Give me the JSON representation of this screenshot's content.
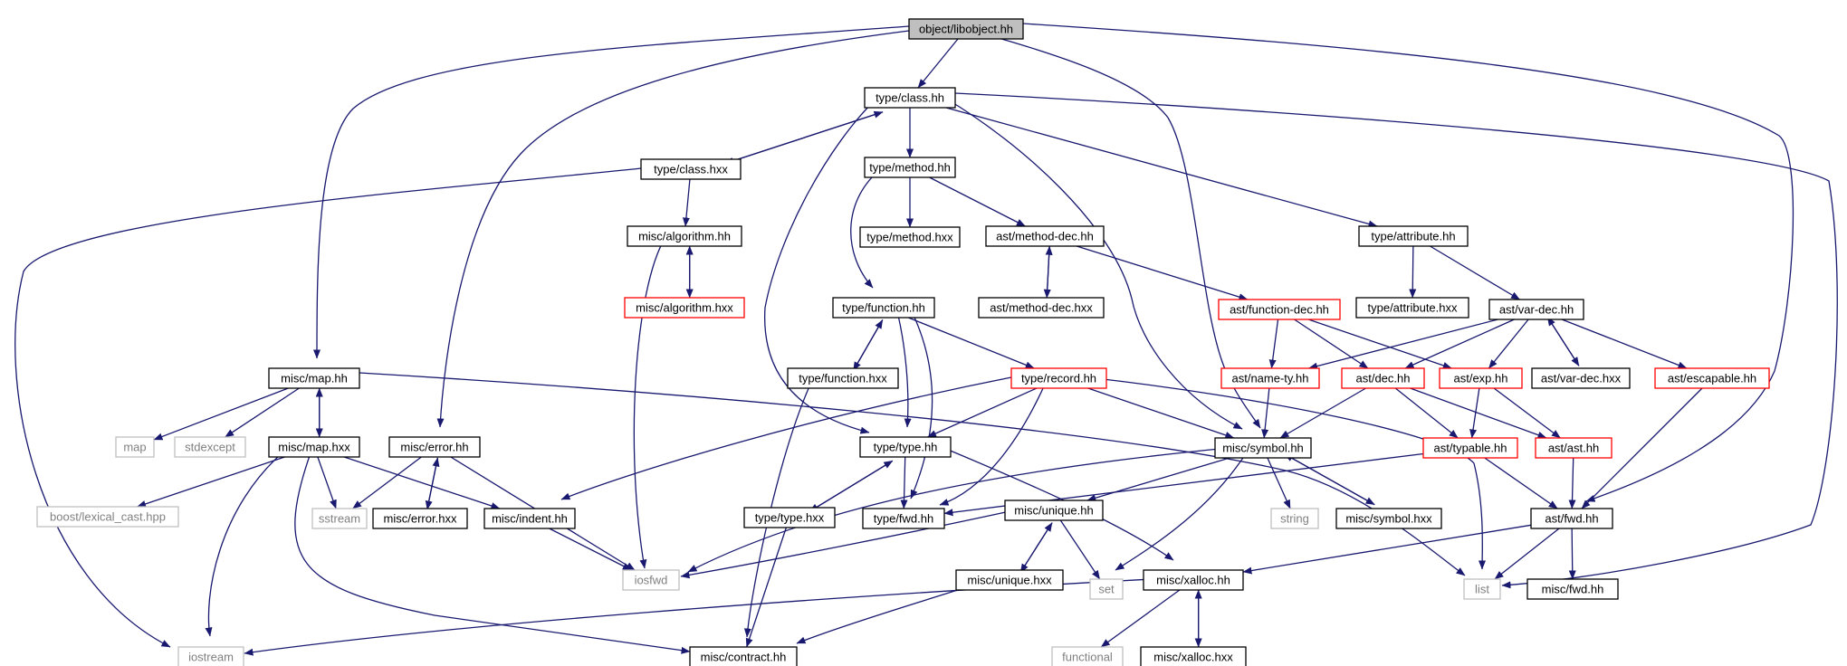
{
  "colors": {
    "edge": "#191970",
    "border_normal": "#000000",
    "border_truncated": "#ff0000",
    "border_external": "#bfbfbf",
    "fill_root": "#bfbfbf",
    "fill_normal": "#ffffff",
    "text_normal": "#000000",
    "text_external": "#808080"
  },
  "nodes": [
    {
      "id": "libobject",
      "label": "object/libobject.hh",
      "kind": "root"
    },
    {
      "id": "type_class",
      "label": "type/class.hh",
      "kind": "normal"
    },
    {
      "id": "type_class_hxx",
      "label": "type/class.hxx",
      "kind": "normal"
    },
    {
      "id": "type_method",
      "label": "type/method.hh",
      "kind": "normal"
    },
    {
      "id": "misc_algorithm",
      "label": "misc/algorithm.hh",
      "kind": "normal"
    },
    {
      "id": "type_method_hxx",
      "label": "type/method.hxx",
      "kind": "normal"
    },
    {
      "id": "ast_method_dec",
      "label": "ast/method-dec.hh",
      "kind": "normal"
    },
    {
      "id": "type_attribute",
      "label": "type/attribute.hh",
      "kind": "normal"
    },
    {
      "id": "misc_algorithm_hxx",
      "label": "misc/algorithm.hxx",
      "kind": "truncated"
    },
    {
      "id": "type_function",
      "label": "type/function.hh",
      "kind": "normal"
    },
    {
      "id": "ast_method_dec_hxx",
      "label": "ast/method-dec.hxx",
      "kind": "normal"
    },
    {
      "id": "ast_function_dec",
      "label": "ast/function-dec.hh",
      "kind": "truncated"
    },
    {
      "id": "type_attribute_hxx",
      "label": "type/attribute.hxx",
      "kind": "normal"
    },
    {
      "id": "ast_var_dec",
      "label": "ast/var-dec.hh",
      "kind": "normal"
    },
    {
      "id": "misc_map",
      "label": "misc/map.hh",
      "kind": "normal"
    },
    {
      "id": "type_function_hxx",
      "label": "type/function.hxx",
      "kind": "normal"
    },
    {
      "id": "type_record",
      "label": "type/record.hh",
      "kind": "truncated"
    },
    {
      "id": "ast_name_ty",
      "label": "ast/name-ty.hh",
      "kind": "truncated"
    },
    {
      "id": "ast_dec",
      "label": "ast/dec.hh",
      "kind": "truncated"
    },
    {
      "id": "ast_exp",
      "label": "ast/exp.hh",
      "kind": "truncated"
    },
    {
      "id": "ast_var_dec_hxx",
      "label": "ast/var-dec.hxx",
      "kind": "normal"
    },
    {
      "id": "ast_escapable",
      "label": "ast/escapable.hh",
      "kind": "truncated"
    },
    {
      "id": "map",
      "label": "map",
      "kind": "external"
    },
    {
      "id": "stdexcept",
      "label": "stdexcept",
      "kind": "external"
    },
    {
      "id": "misc_map_hxx",
      "label": "misc/map.hxx",
      "kind": "normal"
    },
    {
      "id": "misc_error",
      "label": "misc/error.hh",
      "kind": "normal"
    },
    {
      "id": "type_type",
      "label": "type/type.hh",
      "kind": "normal"
    },
    {
      "id": "misc_symbol",
      "label": "misc/symbol.hh",
      "kind": "normal"
    },
    {
      "id": "ast_typable",
      "label": "ast/typable.hh",
      "kind": "truncated"
    },
    {
      "id": "ast_ast",
      "label": "ast/ast.hh",
      "kind": "truncated"
    },
    {
      "id": "boost_lexical_cast",
      "label": "boost/lexical_cast.hpp",
      "kind": "external"
    },
    {
      "id": "sstream",
      "label": "sstream",
      "kind": "external"
    },
    {
      "id": "misc_error_hxx",
      "label": "misc/error.hxx",
      "kind": "normal"
    },
    {
      "id": "misc_indent",
      "label": "misc/indent.hh",
      "kind": "normal"
    },
    {
      "id": "type_type_hxx",
      "label": "type/type.hxx",
      "kind": "normal"
    },
    {
      "id": "type_fwd",
      "label": "type/fwd.hh",
      "kind": "normal"
    },
    {
      "id": "misc_unique",
      "label": "misc/unique.hh",
      "kind": "normal"
    },
    {
      "id": "string",
      "label": "string",
      "kind": "external"
    },
    {
      "id": "misc_symbol_hxx",
      "label": "misc/symbol.hxx",
      "kind": "normal"
    },
    {
      "id": "ast_fwd",
      "label": "ast/fwd.hh",
      "kind": "normal"
    },
    {
      "id": "iosfwd",
      "label": "iosfwd",
      "kind": "external"
    },
    {
      "id": "misc_unique_hxx",
      "label": "misc/unique.hxx",
      "kind": "normal"
    },
    {
      "id": "set",
      "label": "set",
      "kind": "external"
    },
    {
      "id": "misc_xalloc",
      "label": "misc/xalloc.hh",
      "kind": "normal"
    },
    {
      "id": "list",
      "label": "list",
      "kind": "external"
    },
    {
      "id": "misc_fwd",
      "label": "misc/fwd.hh",
      "kind": "normal"
    },
    {
      "id": "iostream",
      "label": "iostream",
      "kind": "external"
    },
    {
      "id": "misc_contract",
      "label": "misc/contract.hh",
      "kind": "normal"
    },
    {
      "id": "functional",
      "label": "functional",
      "kind": "external"
    },
    {
      "id": "misc_xalloc_hxx",
      "label": "misc/xalloc.hxx",
      "kind": "normal"
    }
  ],
  "edges": [
    [
      "libobject",
      "type_class"
    ],
    [
      "libobject",
      "misc_map"
    ],
    [
      "libobject",
      "misc_error"
    ],
    [
      "libobject",
      "misc_symbol"
    ],
    [
      "libobject",
      "ast_fwd"
    ],
    [
      "type_class",
      "type_class_hxx"
    ],
    [
      "type_class_hxx",
      "type_class"
    ],
    [
      "type_class",
      "type_method"
    ],
    [
      "type_class",
      "type_attribute"
    ],
    [
      "type_class",
      "type_type"
    ],
    [
      "type_class",
      "misc_symbol"
    ],
    [
      "type_class",
      "list"
    ],
    [
      "type_class_hxx",
      "misc_algorithm"
    ],
    [
      "type_class_hxx",
      "iostream"
    ],
    [
      "misc_algorithm",
      "misc_algorithm_hxx"
    ],
    [
      "misc_algorithm_hxx",
      "misc_algorithm"
    ],
    [
      "misc_algorithm",
      "iosfwd"
    ],
    [
      "type_method",
      "type_method_hxx"
    ],
    [
      "type_method",
      "ast_method_dec"
    ],
    [
      "type_method",
      "type_function"
    ],
    [
      "ast_method_dec",
      "ast_method_dec_hxx"
    ],
    [
      "ast_method_dec_hxx",
      "ast_method_dec"
    ],
    [
      "ast_method_dec",
      "ast_function_dec"
    ],
    [
      "ast_function_dec",
      "ast_name_ty"
    ],
    [
      "ast_function_dec",
      "ast_dec"
    ],
    [
      "ast_function_dec",
      "ast_exp"
    ],
    [
      "type_attribute",
      "type_attribute_hxx"
    ],
    [
      "type_attribute",
      "ast_var_dec"
    ],
    [
      "ast_var_dec",
      "ast_name_ty"
    ],
    [
      "ast_var_dec",
      "ast_dec"
    ],
    [
      "ast_var_dec",
      "ast_exp"
    ],
    [
      "ast_var_dec",
      "ast_var_dec_hxx"
    ],
    [
      "ast_var_dec_hxx",
      "ast_var_dec"
    ],
    [
      "ast_var_dec",
      "ast_escapable"
    ],
    [
      "type_function",
      "type_function_hxx"
    ],
    [
      "type_function_hxx",
      "type_function"
    ],
    [
      "type_function",
      "type_record"
    ],
    [
      "type_function",
      "type_type"
    ],
    [
      "type_function",
      "type_fwd"
    ],
    [
      "type_function_hxx",
      "misc_contract"
    ],
    [
      "type_record",
      "type_type"
    ],
    [
      "type_record",
      "misc_symbol"
    ],
    [
      "type_record",
      "type_fwd"
    ],
    [
      "type_record",
      "list"
    ],
    [
      "type_record",
      "misc_indent"
    ],
    [
      "ast_name_ty",
      "misc_symbol"
    ],
    [
      "ast_dec",
      "misc_symbol"
    ],
    [
      "ast_dec",
      "ast_typable"
    ],
    [
      "ast_dec",
      "ast_ast"
    ],
    [
      "ast_exp",
      "ast_typable"
    ],
    [
      "ast_exp",
      "ast_ast"
    ],
    [
      "ast_escapable",
      "ast_fwd"
    ],
    [
      "ast_typable",
      "type_fwd"
    ],
    [
      "ast_typable",
      "ast_fwd"
    ],
    [
      "ast_ast",
      "ast_fwd"
    ],
    [
      "misc_map",
      "map"
    ],
    [
      "misc_map",
      "stdexcept"
    ],
    [
      "misc_map",
      "misc_map_hxx"
    ],
    [
      "misc_map_hxx",
      "misc_map"
    ],
    [
      "misc_map",
      "list"
    ],
    [
      "misc_map_hxx",
      "boost_lexical_cast"
    ],
    [
      "misc_map_hxx",
      "sstream"
    ],
    [
      "misc_map_hxx",
      "misc_indent"
    ],
    [
      "misc_map_hxx",
      "iostream"
    ],
    [
      "misc_map_hxx",
      "misc_contract"
    ],
    [
      "misc_error",
      "sstream"
    ],
    [
      "misc_error",
      "misc_error_hxx"
    ],
    [
      "misc_error_hxx",
      "misc_error"
    ],
    [
      "misc_error",
      "iosfwd"
    ],
    [
      "misc_indent",
      "iosfwd"
    ],
    [
      "type_type",
      "type_type_hxx"
    ],
    [
      "type_type_hxx",
      "type_type"
    ],
    [
      "type_type",
      "type_fwd"
    ],
    [
      "type_type",
      "misc_xalloc"
    ],
    [
      "type_type_hxx",
      "misc_contract"
    ],
    [
      "misc_symbol",
      "misc_unique"
    ],
    [
      "misc_symbol",
      "string"
    ],
    [
      "misc_symbol",
      "misc_symbol_hxx"
    ],
    [
      "misc_symbol_hxx",
      "misc_symbol"
    ],
    [
      "misc_symbol",
      "set"
    ],
    [
      "misc_symbol",
      "iosfwd"
    ],
    [
      "misc_unique",
      "misc_unique_hxx"
    ],
    [
      "misc_unique_hxx",
      "misc_unique"
    ],
    [
      "misc_unique",
      "set"
    ],
    [
      "misc_unique",
      "iosfwd"
    ],
    [
      "misc_unique_hxx",
      "misc_contract"
    ],
    [
      "ast_fwd",
      "list"
    ],
    [
      "ast_fwd",
      "misc_fwd"
    ],
    [
      "ast_fwd",
      "misc_xalloc"
    ],
    [
      "misc_xalloc",
      "iostream"
    ],
    [
      "misc_xalloc",
      "functional"
    ],
    [
      "misc_xalloc",
      "misc_xalloc_hxx"
    ],
    [
      "misc_xalloc_hxx",
      "misc_xalloc"
    ]
  ]
}
